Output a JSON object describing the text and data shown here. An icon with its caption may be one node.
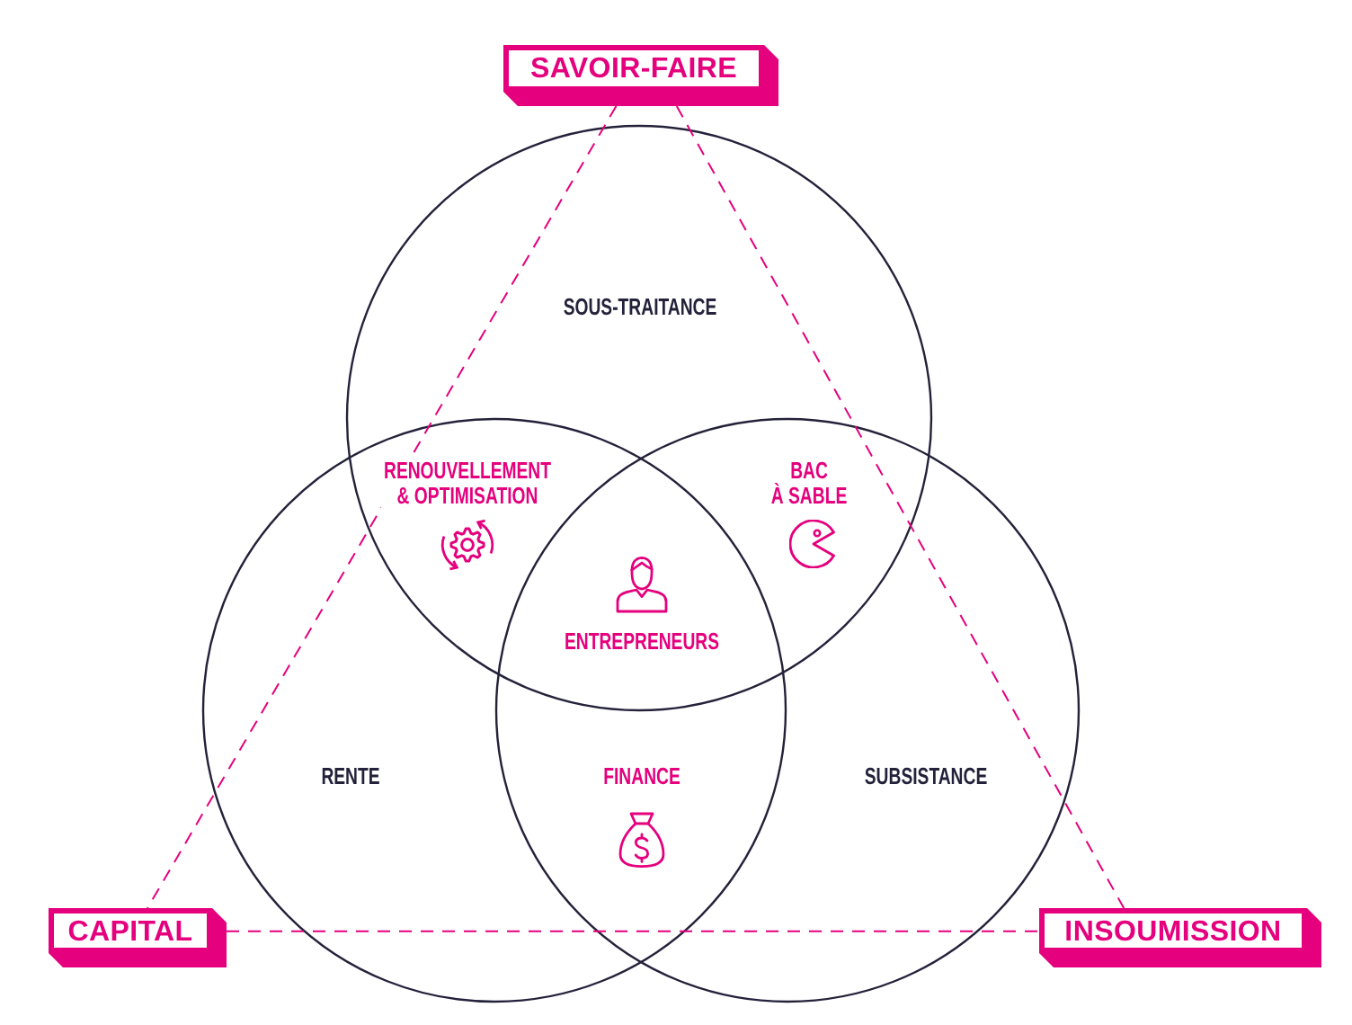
{
  "diagram": {
    "nodes": [
      {
        "text": [
          "SAVOIR-FAIRE"
        ]
      },
      {
        "text": [
          "CAPITAL"
        ]
      },
      {
        "text": [
          "INSOUMISSION"
        ]
      }
    ],
    "edges": [
      {
        "from": 0,
        "to": 1,
        "arrow": "none",
        "style": "dashed"
      },
      {
        "from": 0,
        "to": 2,
        "arrow": "none",
        "style": "dashed"
      },
      {
        "from": 1,
        "to": 2,
        "arrow": "none",
        "style": "dashed"
      }
    ],
    "labels": [
      "SOUS-TRAITANCE",
      "RENOUVELLEMENT & OPTIMISATION",
      "BAC À SABLE",
      "ENTREPRENEURS",
      "RENTE",
      "FINANCE",
      "SUBSISTANCE"
    ]
  }
}
